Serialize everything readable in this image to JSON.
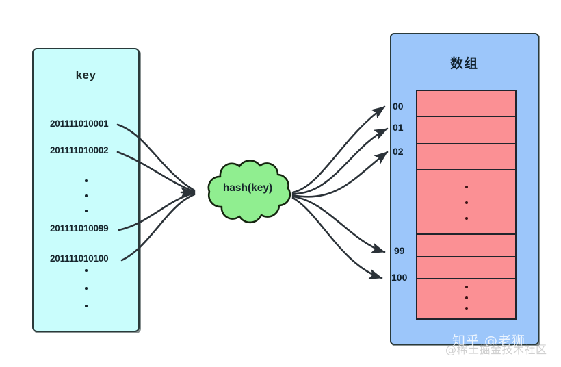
{
  "diagram": {
    "title": "hash-key-to-array-bucket-diagram",
    "colors": {
      "key_box_fill": "#C9FDFC",
      "array_box_fill": "#9CC6FA",
      "slot_fill": "#FB9094",
      "cloud_fill": "#90EE90",
      "stroke": "#2A3A3A",
      "text": "#16242b"
    }
  },
  "key_panel": {
    "title": "key",
    "entries": [
      "201111010001",
      "201111010002",
      "201111010099",
      "201111010100"
    ],
    "ellipsis_upper": "· ·",
    "ellipsis_lower": "· · ·"
  },
  "hash_node": {
    "label": "hash(key)",
    "shape": "cloud"
  },
  "array_panel": {
    "title": "数组",
    "index_labels": [
      "00",
      "01",
      "02",
      "99",
      "100"
    ],
    "slot_count": 7,
    "ellipsis_middle": "· · ·",
    "ellipsis_bottom": "· · ·"
  },
  "watermarks": {
    "zhihu": "知乎 @老狮",
    "juejin": "@稀土掘金技术社区"
  }
}
